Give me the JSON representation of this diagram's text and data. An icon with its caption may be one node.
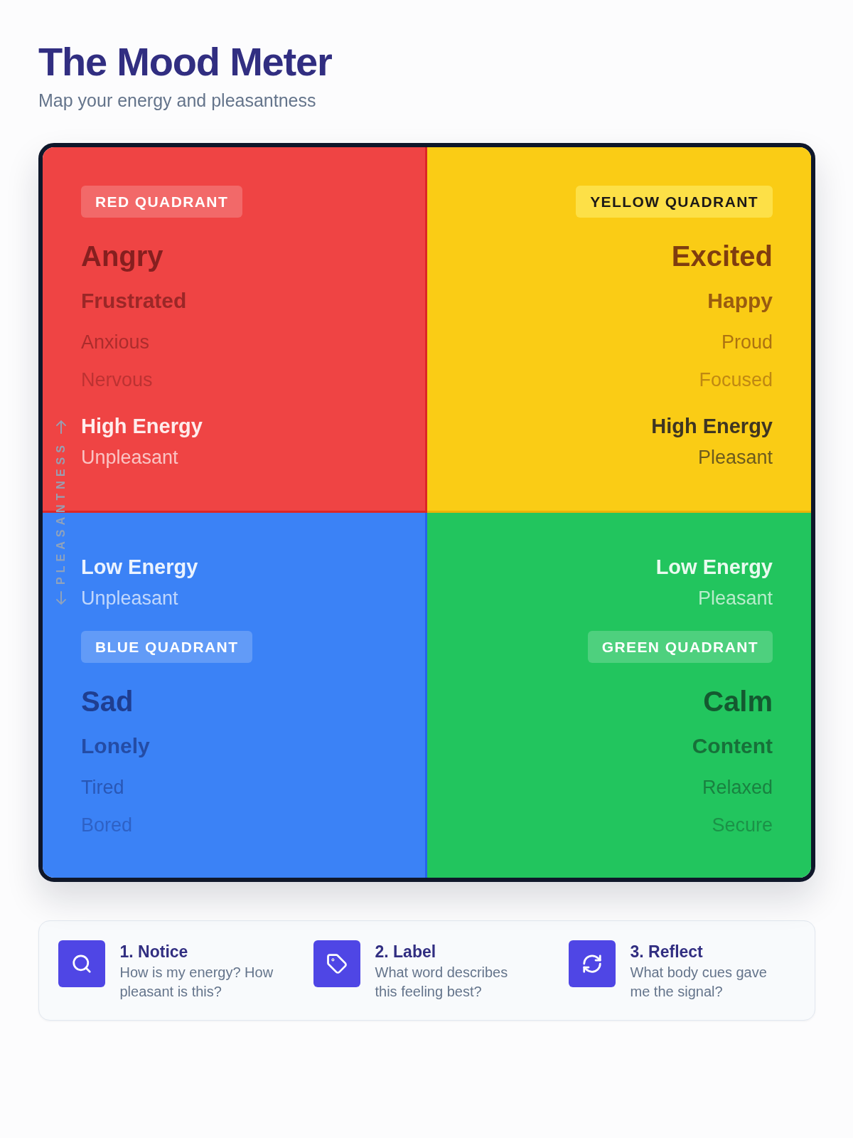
{
  "diagram": {
    "title": "The Mood Meter",
    "nodes": [
      {
        "text": [
          "Angry",
          "Frustrated",
          "Anxious",
          "Nervous",
          "High Energy",
          "Unpleasant"
        ]
      },
      {
        "text": [
          "RED QUADRANT"
        ],
        "in": 0
      },
      {
        "text": [
          "Excited",
          "Happy",
          "Proud",
          "Focused",
          "High Energy",
          "Pleasant"
        ]
      },
      {
        "text": [
          "YELLOW QUADRANT"
        ],
        "in": 2
      },
      {
        "text": [
          "Low Energy",
          "Unpleasant",
          "Sad",
          "Lonely",
          "Tired",
          "Bored"
        ]
      },
      {
        "text": [
          "BLUE QUADRANT"
        ],
        "in": 4
      },
      {
        "text": [
          "Low Energy",
          "Pleasant",
          "Calm",
          "Content",
          "Relaxed",
          "Secure"
        ]
      },
      {
        "text": [
          "GREEN QUADRANT"
        ],
        "in": 6
      },
      {
        "text": [
          "1. Notice",
          "How is my energy? How pleasant is this?",
          "2. Label",
          "What word describes this feeling best?",
          "3. Reflect",
          "What body cues gave me the signal?"
        ]
      }
    ],
    "labels": [
      "Map your energy and pleasantness",
      "PLEASANTNESS"
    ]
  }
}
